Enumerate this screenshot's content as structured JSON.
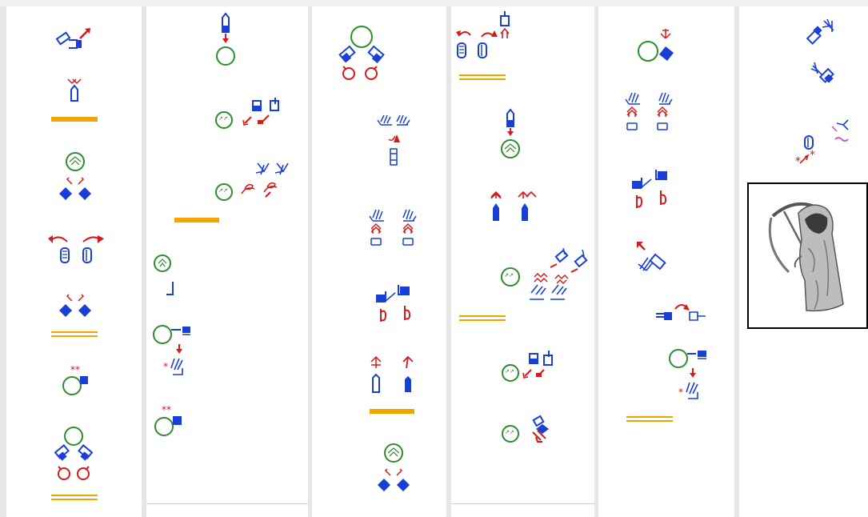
{
  "colors": {
    "blue": "#1a3fd6",
    "red": "#d41a1a",
    "green": "#2e8b2e",
    "orange": "#f5a300",
    "magenta": "#e040c0",
    "divider": "#e6e6e6"
  },
  "columns": [
    {
      "name": "column-1",
      "signs": [
        "hand-contact-icon",
        "finger-down-icon",
        "face-smile-icon",
        "hands-rotate-icon",
        "hands-diamond-icon",
        "face-star-icon",
        "face-hands-icon"
      ]
    },
    {
      "name": "column-2",
      "signs": [
        "finger-head-icon",
        "face-flip-icon",
        "face-spiral-icon",
        "face-l-icon",
        "face-point-icon",
        "face-star-icon"
      ]
    },
    {
      "name": "column-3",
      "signs": [
        "face-hands-icon",
        "hands-fingers-icon",
        "fingers-arch-icon",
        "corner-hook-icon",
        "arrows-up-icon",
        "face-smile-icon"
      ]
    },
    {
      "name": "column-4",
      "signs": [
        "box-arrows-icon",
        "finger-head-icon",
        "arrows-up-icon",
        "face-zigzag-icon",
        "face-flip-icon",
        "face-diamond-icon"
      ]
    },
    {
      "name": "column-5",
      "signs": [
        "face-diamond-icon",
        "fingers-arch-icon",
        "corner-hook-icon",
        "hand-arrow-icon",
        "bar-arrow-icon",
        "face-point-icon"
      ]
    },
    {
      "name": "column-6",
      "signs": [
        "hands-cross-icon",
        "hand-c-icon",
        "grim-reaper-image"
      ]
    }
  ],
  "image": {
    "icon": "grim-reaper-image"
  }
}
